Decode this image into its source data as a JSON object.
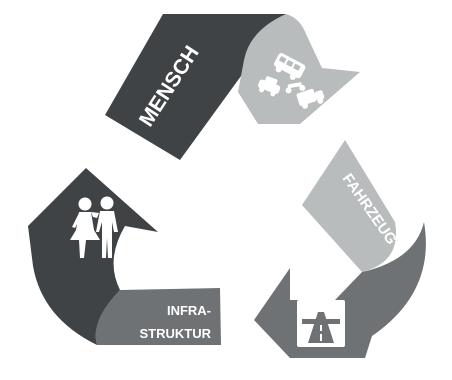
{
  "segments": [
    {
      "id": "mensch",
      "label": "MENSCH",
      "color_band": "#3f4345",
      "color_arrow": "#b9bcbd"
    },
    {
      "id": "fahrzeug",
      "label": "FAHRZEUG",
      "color_band": "#b9bcbd",
      "color_arrow": "#6e7274"
    },
    {
      "id": "infrastruktur",
      "label_line1": "INFRA-",
      "label_line2": "STRUKTUR",
      "color_band": "#6e7274",
      "color_arrow": "#3f4345"
    }
  ],
  "icons": [
    "vehicles-icon",
    "people-icon",
    "motorway-icon"
  ]
}
